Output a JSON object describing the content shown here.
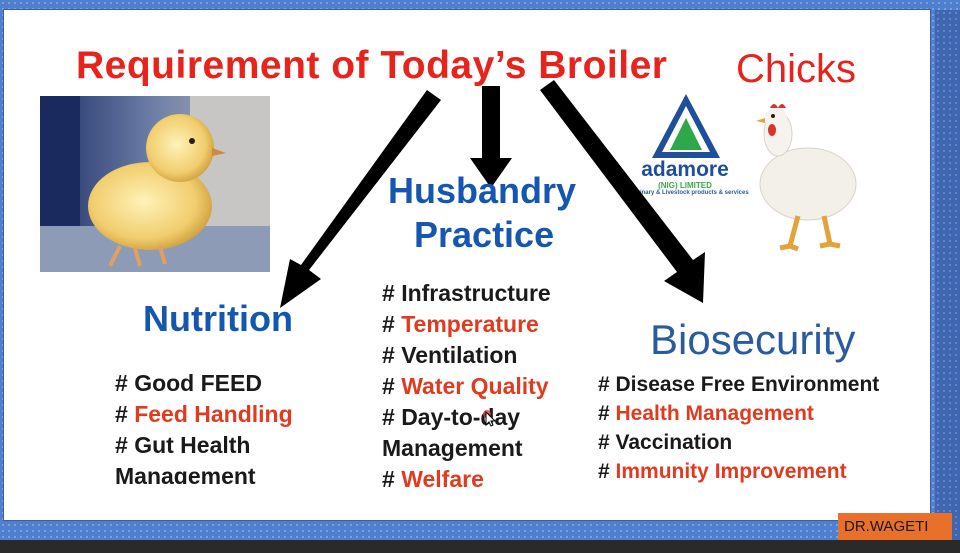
{
  "slide": {
    "title": "Requirement of Today’s Broiler",
    "title_end": "Chicks",
    "logo": {
      "name": "adamore",
      "sub": "(NIG) LIMITED",
      "tagline": "Veterinary & Livestock products & services"
    },
    "husbandry": {
      "heading_line1": "Husbandry",
      "heading_line2": "Practice",
      "items": [
        {
          "hash": "# ",
          "text": "Infrastructure"
        },
        {
          "hash": "# ",
          "text": "Temperature"
        },
        {
          "hash": "# ",
          "text": "Ventilation"
        },
        {
          "hash": "# ",
          "text": "Water Quality"
        },
        {
          "hash": "# ",
          "text": "Day-to-day"
        },
        {
          "hash": "",
          "text": "Management"
        },
        {
          "hash": "# ",
          "text": "Welfare"
        }
      ]
    },
    "nutrition": {
      "heading": "Nutrition",
      "items": [
        {
          "hash": "# ",
          "text": "Good FEED"
        },
        {
          "hash": "# ",
          "text": "Feed Handling"
        },
        {
          "hash": "# ",
          "text": "Gut Health"
        },
        {
          "hash": "",
          "text": "Management"
        }
      ]
    },
    "biosecurity": {
      "heading": "Biosecurity",
      "items": [
        {
          "hash": "# ",
          "text": "Disease Free Environment"
        },
        {
          "hash": "# ",
          "text": "Health Management"
        },
        {
          "hash": "# ",
          "text": "Vaccination"
        },
        {
          "hash": "# ",
          "text": "Immunity Improvement"
        }
      ]
    }
  },
  "credit": "DR.WAGETI",
  "colors": {
    "title_red": "#e8231c",
    "heading_blue": "#1557b0",
    "highlight_red": "#e23a1f",
    "credit_orange": "#e8702a",
    "frame_blue": "#4f7fce"
  }
}
